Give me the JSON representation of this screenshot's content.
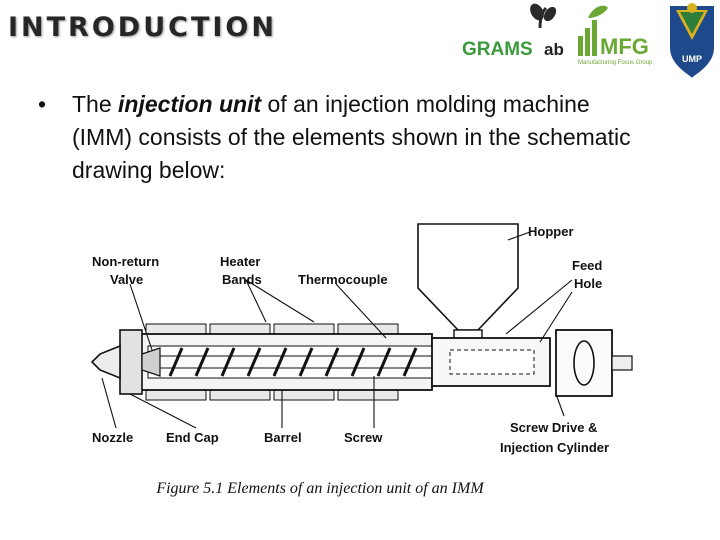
{
  "slide": {
    "title": "INTRODUCTION",
    "bullet_marker": "•",
    "bullet": {
      "lead": "The ",
      "emphasis": "injection unit",
      "rest": " of an injection molding machine (IMM) consists of the elements shown in the schematic drawing  below:"
    },
    "caption": "Figure 5.1  Elements of an injection unit of an IMM"
  },
  "logos": {
    "grams": "GRAMS",
    "grams_suffix": "ab",
    "mfg": "MFG",
    "mfg_sub": "Manufacturing Focus Group",
    "ump": "UMP"
  },
  "diagram": {
    "labels": {
      "hopper": "Hopper",
      "feed_hole_1": "Feed",
      "feed_hole_2": "Hole",
      "non_return_1": "Non-return",
      "non_return_2": "Valve",
      "heater_1": "Heater",
      "heater_2": "Bands",
      "thermocouple": "Thermocouple",
      "nozzle": "Nozzle",
      "end_cap": "End Cap",
      "barrel": "Barrel",
      "screw": "Screw",
      "screw_drive_1": "Screw Drive &",
      "screw_drive_2": "Injection Cylinder"
    }
  },
  "colors": {
    "title": "#262626",
    "grams_green": "#3b9a3b",
    "mfg_green": "#6aa833",
    "ump_blue": "#1e4a8c",
    "ump_gold": "#d9b21e"
  }
}
